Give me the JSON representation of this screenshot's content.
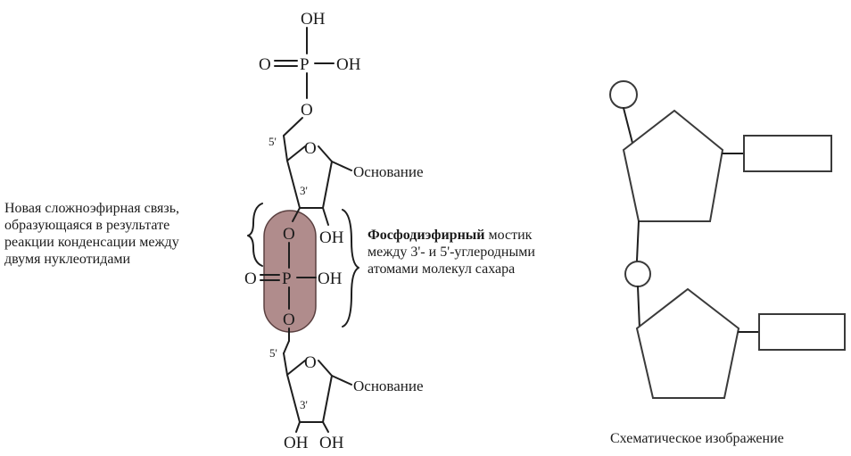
{
  "molecule": {
    "top_phosphate": {
      "oh_top": "OH",
      "o_left": "O",
      "p": "P",
      "oh_right": "OH",
      "o_bottom": "O"
    },
    "sugar1": {
      "c5": "5'",
      "c3": "3'",
      "base": "Основание",
      "oh": "OH"
    },
    "bridge": {
      "o_top": "O",
      "o_left": "O",
      "p": "P",
      "oh_right": "OH",
      "o_bottom": "O"
    },
    "sugar2": {
      "c5": "5'",
      "c3": "3'",
      "base": "Основание",
      "oh_left": "OH",
      "oh_right": "OH"
    }
  },
  "annotations": {
    "ester_bond": [
      "Новая сложноэфирная связь,",
      "образующаяся в результате",
      "реакции конденсации между",
      "двумя нуклеотидами"
    ],
    "phosphodiester": {
      "bold_part": "Фосфодиэфирный",
      "line1_rest": " мостик",
      "line2": "между 3'- и 5'-углеродными",
      "line3": "атомами молекул сахара"
    }
  },
  "schematic": {
    "caption": "Схематическое изображение"
  },
  "colors": {
    "highlight": "#b08c8c",
    "line": "#1e1e1e",
    "shape_stroke": "#3a3a3a"
  }
}
